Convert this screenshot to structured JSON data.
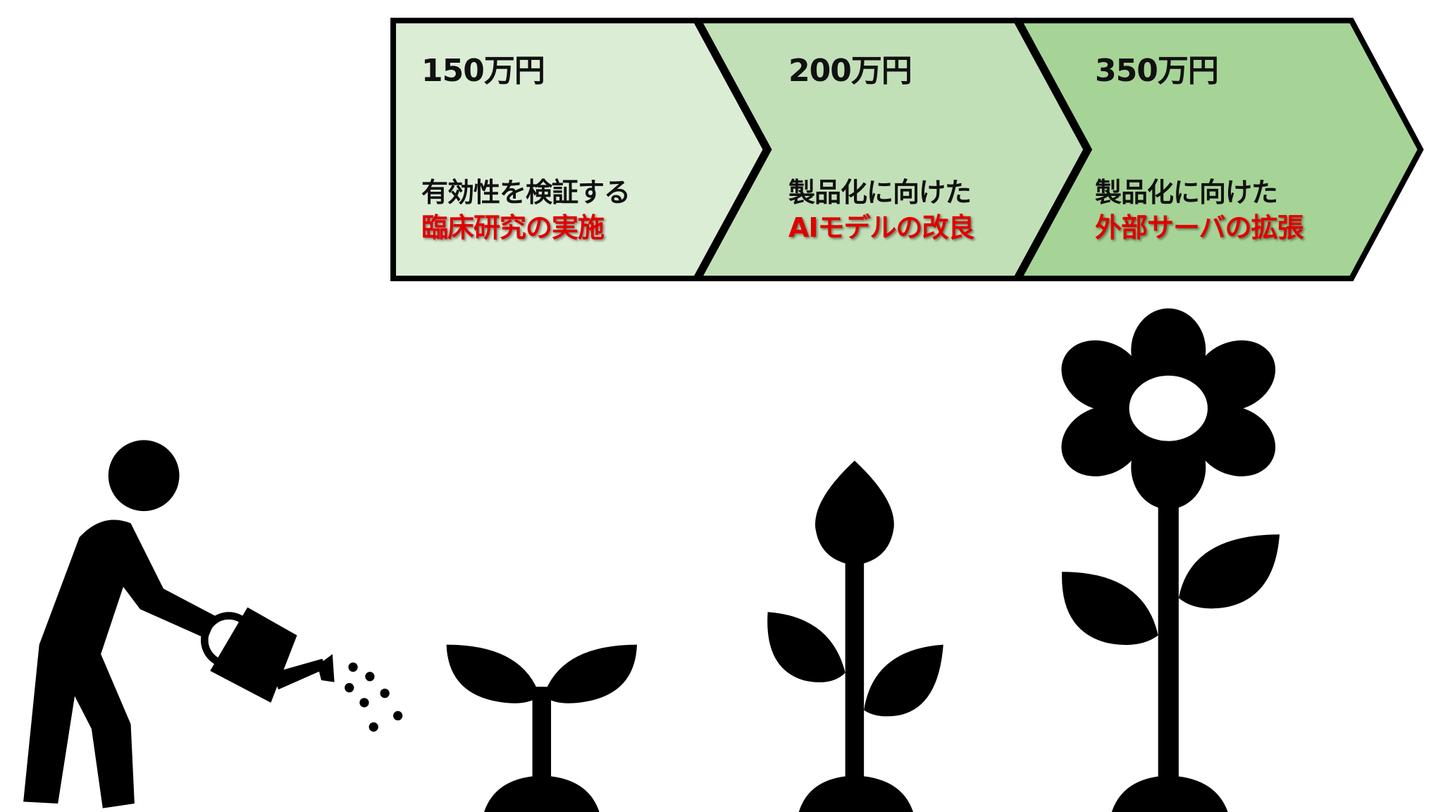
{
  "stages": [
    {
      "amount": "150万円",
      "line1": "有効性を検証する",
      "highlight": "臨床研究の実施",
      "fill": "#dcedd6"
    },
    {
      "amount": "200万円",
      "line1": "製品化に向けた",
      "highlight": "AIモデルの改良",
      "fill": "#c2e0b7"
    },
    {
      "amount": "350万円",
      "line1": "製品化に向けた",
      "highlight": "外部サーバの拡張",
      "fill": "#a6d496"
    }
  ],
  "colors": {
    "highlight": "#e00000",
    "outline": "#000000"
  }
}
